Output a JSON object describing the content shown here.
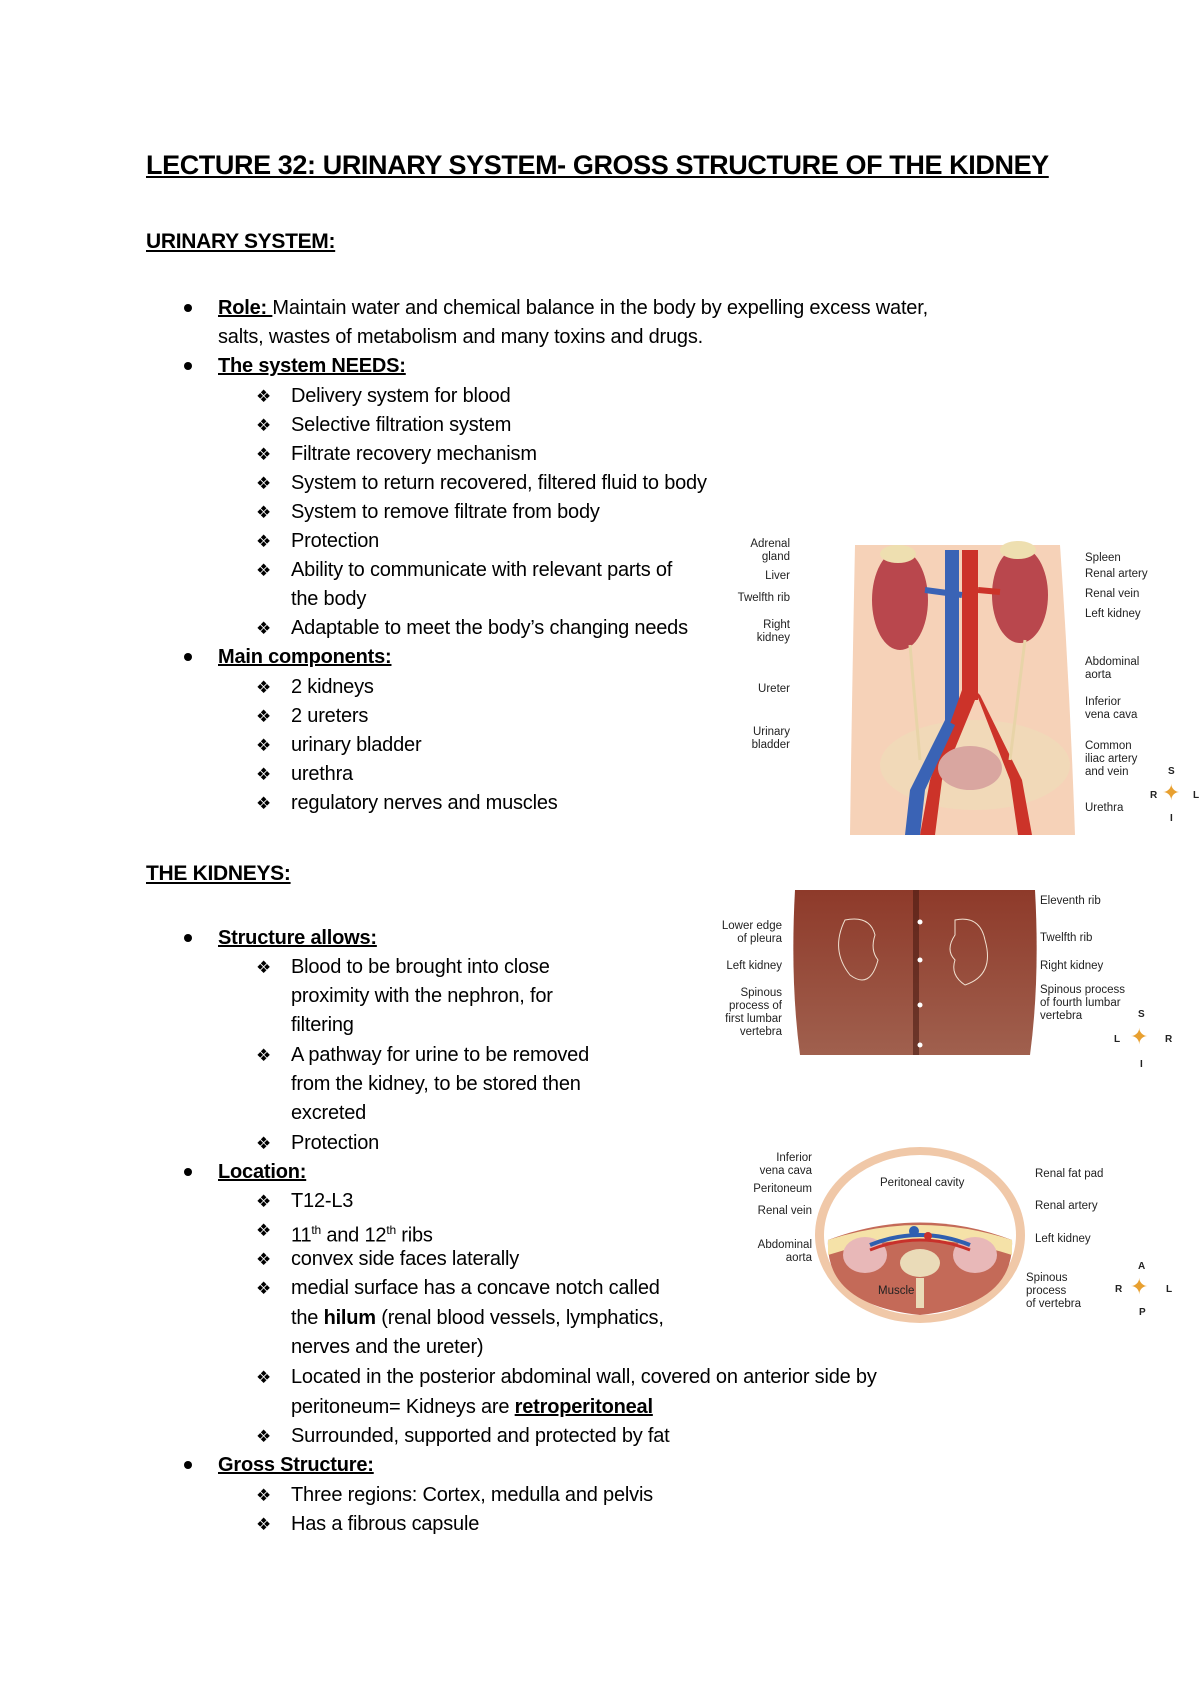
{
  "document": {
    "title": "LECTURE 32: URINARY SYSTEM- GROSS STRUCTURE OF THE KIDNEY",
    "sections": [
      {
        "heading": "URINARY SYSTEM:",
        "role": {
          "label": "Role: ",
          "text_line1": "Maintain water and chemical balance in the body by expelling excess water,",
          "text_line2": "salts, wastes of metabolism and many toxins and drugs."
        },
        "needs": {
          "label": "The system NEEDS:",
          "items": [
            "Delivery system for blood",
            "Selective filtration system",
            "Filtrate recovery mechanism",
            "System to return recovered, filtered fluid to body",
            "System to remove filtrate from body",
            "Protection",
            "Ability to communicate with relevant parts of",
            "the body",
            "Adaptable to meet the body’s changing needs"
          ]
        },
        "components": {
          "label": "Main components:",
          "items": [
            "2 kidneys",
            "2 ureters",
            "urinary bladder",
            "urethra",
            "regulatory nerves and muscles"
          ]
        }
      },
      {
        "heading": "THE KIDNEYS:",
        "structure": {
          "label": "Structure allows:",
          "lines": [
            "Blood to be brought into close",
            "proximity with the nephron, for",
            "filtering",
            "A pathway for urine to be removed",
            "from the kidney, to be stored then",
            "excreted",
            "Protection"
          ]
        },
        "location": {
          "label": "Location:",
          "t12": "T12-L3",
          "ribs_a": "11",
          "ribs_sup": "th",
          "ribs_b": " and 12",
          "ribs_c": " ribs",
          "convex": "convex side faces laterally",
          "medial1": "medial surface has a concave notch called",
          "medial2_pre": "the ",
          "medial2_bold": "hilum",
          "medial2_post": " (renal blood vessels, lymphatics,",
          "medial3": "nerves and the ureter)",
          "posterior1": "Located in the posterior abdominal wall, covered on anterior side by",
          "posterior2_pre": "peritoneum= Kidneys are ",
          "posterior2_bold": "retroperitoneal",
          "fat": "Surrounded, supported and protected by fat"
        },
        "gross": {
          "label": "Gross Structure:",
          "items": [
            "Three regions: Cortex, medulla and pelvis",
            "Has a fibrous capsule"
          ]
        }
      }
    ]
  },
  "figures": {
    "anterior": {
      "left_labels": [
        "Adrenal",
        "gland",
        "Liver",
        "Twelfth rib",
        "Right",
        "kidney",
        "Ureter",
        "Urinary",
        "bladder"
      ],
      "right_labels": [
        "Spleen",
        "Renal artery",
        "Renal vein",
        "Left kidney",
        "Abdominal",
        "aorta",
        "Inferior",
        "vena cava",
        "Common",
        "iliac artery",
        "and vein",
        "Urethra"
      ],
      "compass": {
        "top": "S",
        "bottom": "I",
        "left": "R",
        "right": "L"
      }
    },
    "posterior": {
      "left_labels": [
        "Lower edge",
        "of pleura",
        "Left kidney",
        "Spinous",
        "process of",
        "first lumbar",
        "vertebra"
      ],
      "right_labels": [
        "Eleventh rib",
        "Twelfth rib",
        "Right kidney",
        "Spinous process",
        "of fourth lumbar",
        "vertebra"
      ],
      "compass": {
        "top": "S",
        "bottom": "I",
        "left": "L",
        "right": "R"
      }
    },
    "cross_section": {
      "left_labels": [
        "Inferior",
        "vena cava",
        "Peritoneum",
        "Renal vein",
        "Abdominal",
        "aorta"
      ],
      "right_labels": [
        "Renal fat pad",
        "Renal artery",
        "Left kidney",
        "Spinous",
        "process",
        "of vertebra"
      ],
      "inner_labels": [
        "Peritoneal cavity",
        "Muscle"
      ],
      "compass": {
        "top": "A",
        "bottom": "P",
        "left": "R",
        "right": "L"
      }
    }
  },
  "colors": {
    "artery": "#c8312b",
    "vein": "#2f5fb0",
    "kidney": "#b94a4e",
    "skin": "#f3c8a8",
    "back": "#8a3a2c"
  }
}
